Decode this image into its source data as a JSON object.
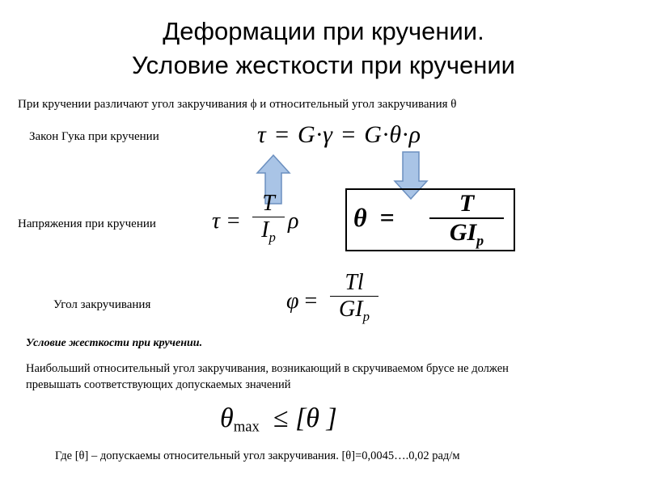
{
  "slide": {
    "title_line1": "Деформации при кручении.",
    "title_line2": "Условие жесткости при кручении",
    "intro": "При кручении различают угол закручивания ϕ и относительный угол закручивания θ",
    "hooke_label": "Закон Гука при кручении",
    "stress_label": "Напряжения при кручении",
    "twist_label": "Угол закручивания",
    "rigidity_heading": "Условие жесткости при кручении.",
    "rigidity_text_line1": "Наибольший относительный угол закручивания, возникающий в скручиваемом брусе не должен",
    "rigidity_text_line2": "превышать соответствующих допускаемых значений",
    "footnote": "Где [θ] – допускаемы относительный угол закручивания. [θ]=0,0045….0,02 рад/м"
  },
  "formulas": {
    "hooke": {
      "tau": "τ",
      "eq": "=",
      "G": "G",
      "dot": "·",
      "gamma": "γ",
      "theta": "θ",
      "rho": "ρ"
    },
    "stress": {
      "tau": "τ",
      "eq": "=",
      "num": "T",
      "den_I": "I",
      "den_sub": "p",
      "rho": "ρ"
    },
    "rel_angle": {
      "theta": "θ",
      "eq": "=",
      "num": "T",
      "den_G": "GI",
      "den_sub": "p"
    },
    "twist": {
      "phi": "φ",
      "eq": "=",
      "num": "Tl",
      "den_G": "GI",
      "den_sub": "p"
    },
    "condition": {
      "theta": "θ",
      "sub": "max",
      "le": "≤",
      "rhs": "[θ ]"
    }
  },
  "colors": {
    "arrow_fill": "#a9c4e6",
    "arrow_stroke": "#6b8fbf"
  }
}
